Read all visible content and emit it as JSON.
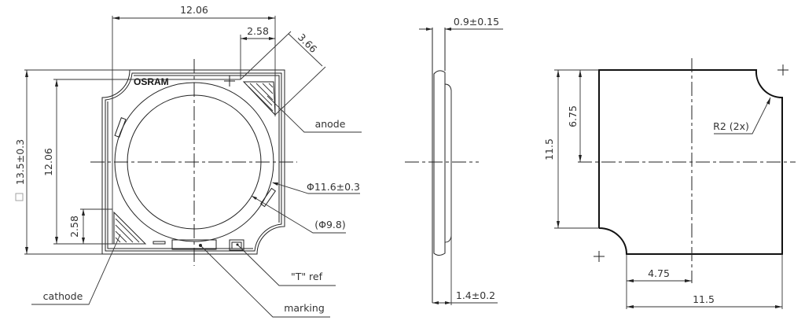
{
  "front_view": {
    "logo": "OSRAM",
    "dim_width": "12.06",
    "dim_pad_width": "2.58",
    "dim_diagonal": "3.66",
    "dim_outline": "13.5±0.3",
    "dim_height": "12.06",
    "dim_pad_height": "2.58",
    "label_anode": "anode",
    "label_cathode": "cathode",
    "label_diameter_outer": "Φ11.6±0.3",
    "label_diameter_inner": "(Φ9.8)",
    "label_t_ref": "\"T\" ref",
    "label_marking": "marking"
  },
  "side_view": {
    "dim_thickness": "0.9±0.15",
    "dim_total_height": "1.4±0.2"
  },
  "bottom_view": {
    "dim_height": "11.5",
    "dim_center_offset": "6.75",
    "dim_center_x": "4.75",
    "dim_width": "11.5",
    "label_radius": "R2 (2x)"
  }
}
